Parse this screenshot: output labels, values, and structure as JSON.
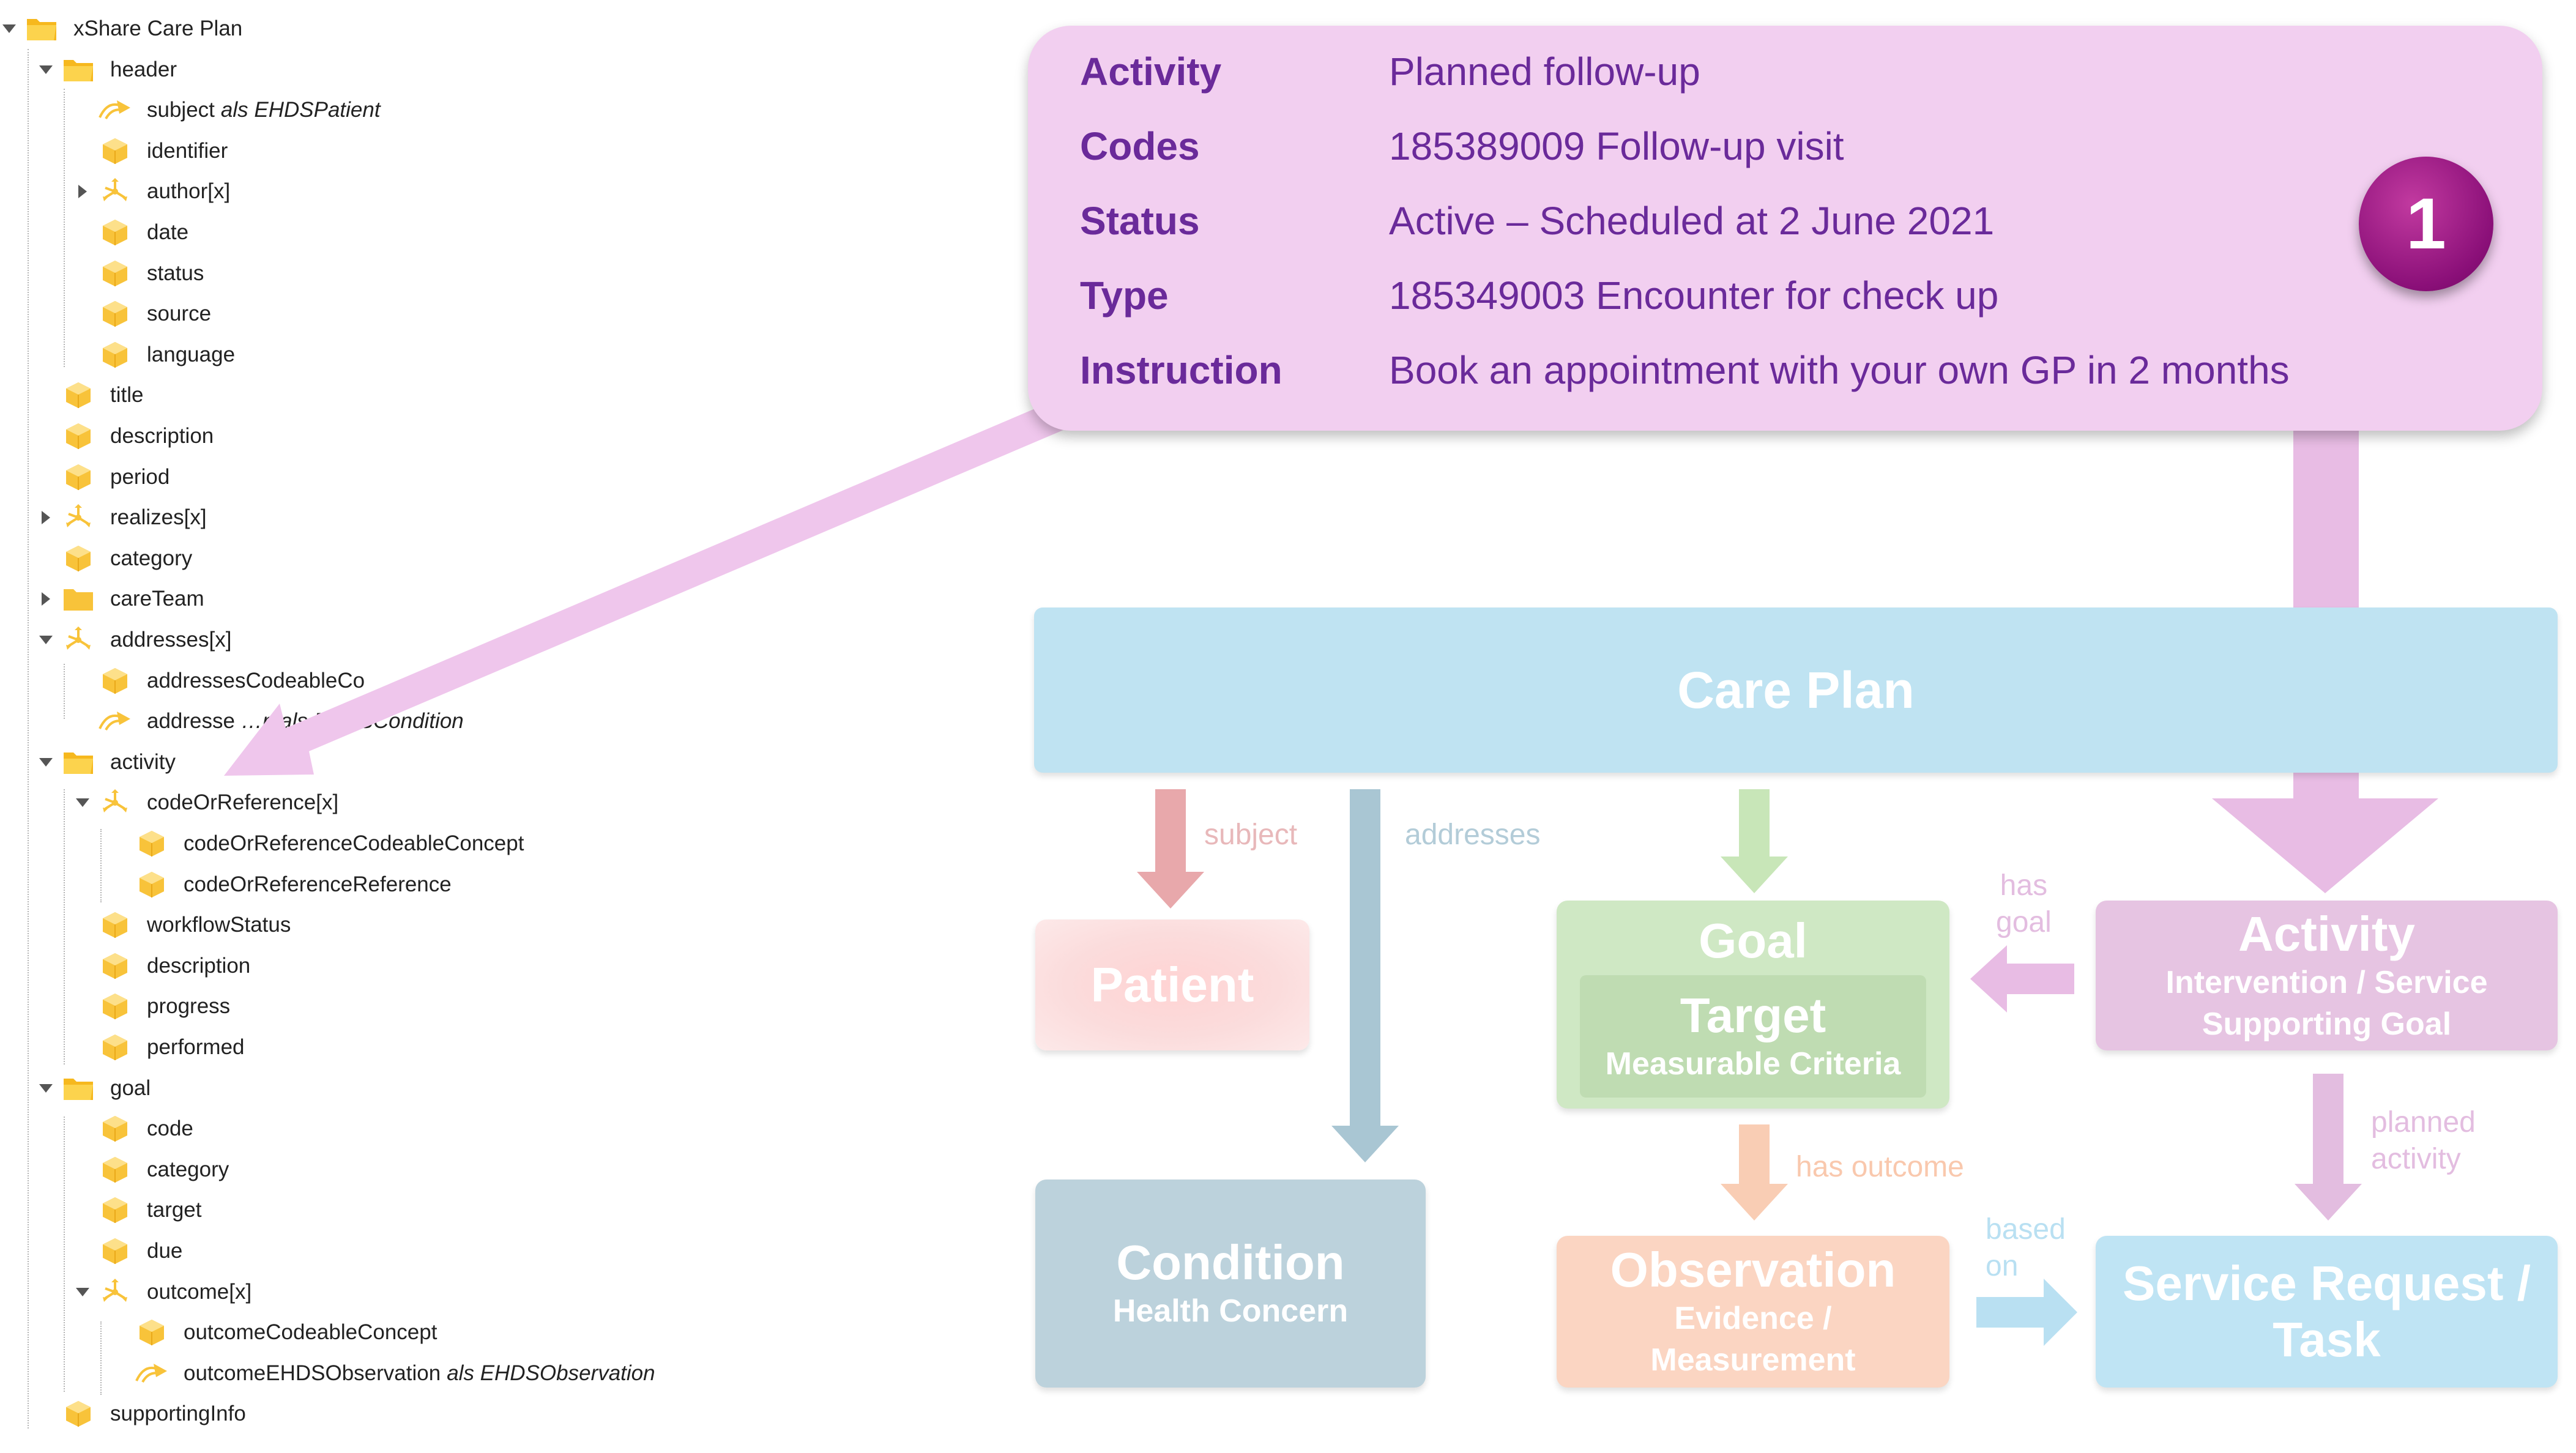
{
  "tree": {
    "root": {
      "label": "xShare Care Plan"
    },
    "items": [
      {
        "label": "header"
      },
      {
        "label": "subject",
        "alias": "als EHDSPatient"
      },
      {
        "label": "identifier"
      },
      {
        "label": "author[x]"
      },
      {
        "label": "date"
      },
      {
        "label": "status"
      },
      {
        "label": "source"
      },
      {
        "label": "language"
      },
      {
        "label": "title"
      },
      {
        "label": "description"
      },
      {
        "label": "period"
      },
      {
        "label": "realizes[x]"
      },
      {
        "label": "category"
      },
      {
        "label": "careTeam"
      },
      {
        "label": "addresses[x]"
      },
      {
        "label": "addressesCodeableCo"
      },
      {
        "label": "addresse",
        "alias": "…n als EHDSCondition"
      },
      {
        "label": "activity"
      },
      {
        "label": "codeOrReference[x]"
      },
      {
        "label": "codeOrReferenceCodeableConcept"
      },
      {
        "label": "codeOrReferenceReference"
      },
      {
        "label": "workflowStatus"
      },
      {
        "label": "description"
      },
      {
        "label": "progress"
      },
      {
        "label": "performed"
      },
      {
        "label": "goal"
      },
      {
        "label": "code"
      },
      {
        "label": "category"
      },
      {
        "label": "target"
      },
      {
        "label": "due"
      },
      {
        "label": "outcome[x]"
      },
      {
        "label": "outcomeCodeableConcept"
      },
      {
        "label": "outcomeEHDSObservation",
        "alias": "als EHDSObservation"
      },
      {
        "label": "supportingInfo"
      }
    ]
  },
  "callout": {
    "rows": [
      {
        "key": "Activity",
        "value": "Planned follow-up"
      },
      {
        "key": "Codes",
        "value": "185389009 Follow-up visit"
      },
      {
        "key": "Status",
        "value": "Active – Scheduled at 2 June 2021"
      },
      {
        "key": "Type",
        "value": "185349003 Encounter for check up"
      },
      {
        "key": "Instruction",
        "value": "Book an appointment with your own GP in 2 months"
      }
    ],
    "badge": "1"
  },
  "diagram": {
    "care_plan": "Care Plan",
    "patient": "Patient",
    "condition": {
      "title": "Condition",
      "subtitle": "Health Concern"
    },
    "goal": {
      "title": "Goal",
      "target": "Target",
      "criteria": "Measurable Criteria"
    },
    "activity": {
      "title": "Activity",
      "line1": "Intervention / Service",
      "line2": "Supporting Goal"
    },
    "observation": {
      "title": "Observation",
      "line1": "Evidence /",
      "line2": "Measurement"
    },
    "service_request": {
      "line1": "Service Request /",
      "line2": "Task"
    },
    "edges": {
      "subject": "subject",
      "addresses": "addresses",
      "has_goal_1": "has",
      "has_goal_2": "goal",
      "planned_1": "planned",
      "planned_2": "activity",
      "has_outcome": "has outcome",
      "based_1": "based",
      "based_2": "on"
    }
  },
  "colors": {
    "callout_bg": "#f2cff0",
    "callout_text": "#6a2a9a",
    "badge": "#8a0f78",
    "care_plan": "#bfe3f2",
    "patient": "#fbd6d6",
    "condition": "#bcd2dc",
    "goal": "#cfe8c4",
    "activity": "#e6c4e2",
    "observation": "#fbd5c2",
    "service_request": "#bfe4f4",
    "folder": "#f8c33a"
  }
}
